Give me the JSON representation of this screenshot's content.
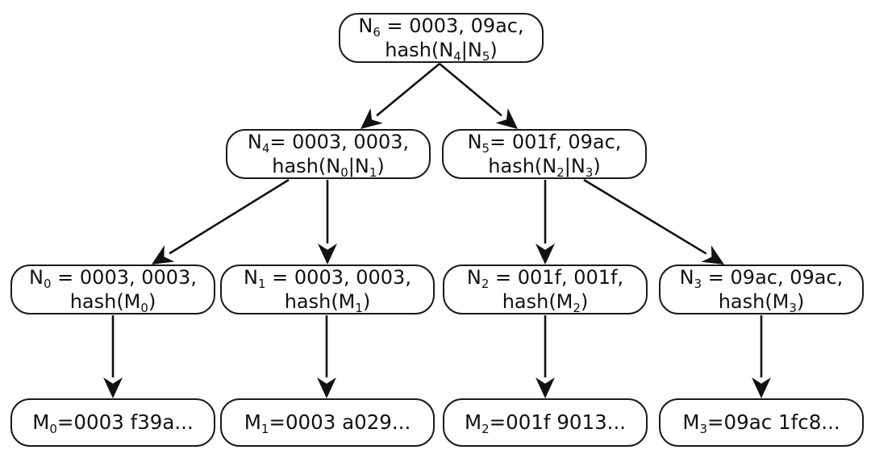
{
  "nodes": {
    "n6": {
      "label": "N",
      "sub": "6",
      "line1": " = 0003, 09ac,",
      "line2": {
        "prefix": "hash(N",
        "sub1": "4",
        "mid": "|N",
        "sub2": "5",
        "suffix": ")"
      }
    },
    "n4": {
      "label": "N",
      "sub": "4",
      "line1": "= 0003, 0003,",
      "line2": {
        "prefix": "hash(N",
        "sub1": "0",
        "mid": "|N",
        "sub2": "1",
        "suffix": ")"
      }
    },
    "n5": {
      "label": "N",
      "sub": "5",
      "line1": "= 001f, 09ac,",
      "line2": {
        "prefix": "hash(N",
        "sub1": "2",
        "mid": "|N",
        "sub2": "3",
        "suffix": ")"
      }
    },
    "n0": {
      "label": "N",
      "sub": "0",
      "line1": " = 0003, 0003,",
      "line2": {
        "prefix": "hash(M",
        "sub1": "0",
        "suffix": ")"
      }
    },
    "n1": {
      "label": "N",
      "sub": "1",
      "line1": " = 0003, 0003,",
      "line2": {
        "prefix": "hash(M",
        "sub1": "1",
        "suffix": ")"
      }
    },
    "n2": {
      "label": "N",
      "sub": "2",
      "line1": " = 001f, 001f,",
      "line2": {
        "prefix": "hash(M",
        "sub1": "2",
        "suffix": ")"
      }
    },
    "n3": {
      "label": "N",
      "sub": "3",
      "line1": " = 09ac, 09ac,",
      "line2": {
        "prefix": "hash(M",
        "sub1": "3",
        "suffix": ")"
      }
    }
  },
  "leaves": {
    "m0": {
      "label": "M",
      "sub": "0",
      "text": "=0003 f39a..."
    },
    "m1": {
      "label": "M",
      "sub": "1",
      "text": "=0003 a029..."
    },
    "m2": {
      "label": "M",
      "sub": "2",
      "text": "=001f 9013..."
    },
    "m3": {
      "label": "M",
      "sub": "3",
      "text": "=09ac 1fc8..."
    }
  },
  "edges": [
    {
      "from": "n6",
      "to": "n4"
    },
    {
      "from": "n6",
      "to": "n5"
    },
    {
      "from": "n4",
      "to": "n0"
    },
    {
      "from": "n4",
      "to": "n1"
    },
    {
      "from": "n5",
      "to": "n2"
    },
    {
      "from": "n5",
      "to": "n3"
    },
    {
      "from": "n0",
      "to": "m0"
    },
    {
      "from": "n1",
      "to": "m1"
    },
    {
      "from": "n2",
      "to": "m2"
    },
    {
      "from": "n3",
      "to": "m3"
    }
  ],
  "style": {
    "line_color": "#111111",
    "box_border": "#1a1a1a",
    "background": "#ffffff"
  }
}
